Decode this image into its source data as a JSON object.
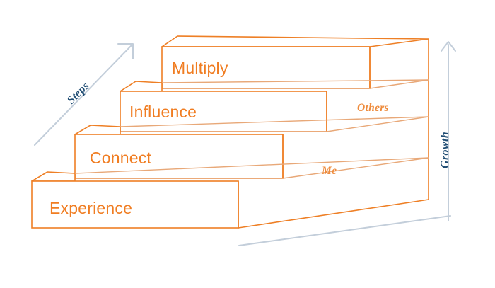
{
  "diagram": {
    "title": "Growth Steps Staircase",
    "type": "isometric-staircase",
    "colors": {
      "step_stroke": "#EE7F25",
      "step_stroke_light": "#E8A878",
      "step_label": "#F07D22",
      "zone_label": "#EE8B3C",
      "axis_line": "#C3CEDA",
      "axis_label": "#1F4C73",
      "background": "#FFFFFF"
    },
    "steps": [
      {
        "id": "experience",
        "label": "Experience",
        "level": 1
      },
      {
        "id": "connect",
        "label": "Connect",
        "level": 2
      },
      {
        "id": "influence",
        "label": "Influence",
        "level": 3
      },
      {
        "id": "multiply",
        "label": "Multiply",
        "level": 4
      }
    ],
    "zones": [
      {
        "id": "me",
        "label": "Me"
      },
      {
        "id": "others",
        "label": "Others"
      }
    ],
    "axes": [
      {
        "id": "steps",
        "label": "Steps",
        "direction": "diagonal-up-right",
        "arrowhead": true
      },
      {
        "id": "growth",
        "label": "Growth",
        "direction": "vertical-up",
        "arrowhead": true
      }
    ]
  }
}
